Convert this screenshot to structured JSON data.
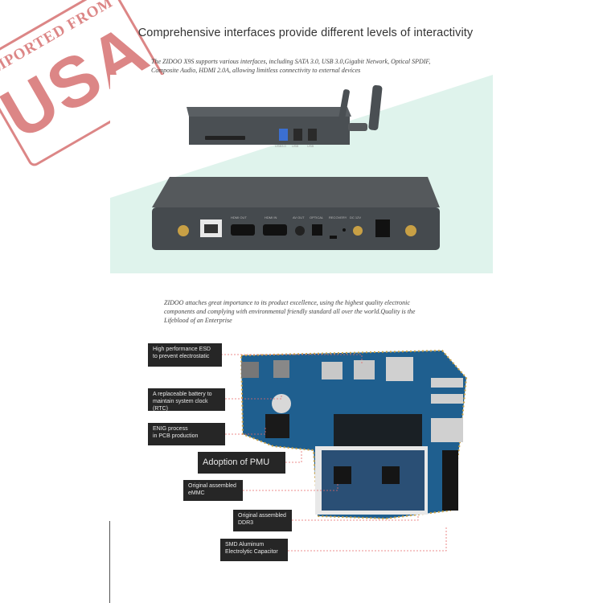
{
  "heading": "Comprehensive interfaces provide different levels of interactivity",
  "intro_text": "The ZIDOO X9S supports various interfaces, including SATA 3.0, USB 3.0,Gigabit Network, Optical SPDIF, Composite Audio, HDMI 2.0A, allowing limitless connectivity to external devices",
  "quality_text": "ZIDOO attaches great importance to its product excellence, using the highest quality electronic components and complying with environmental friendly standard all over the world.Quality is the Lifeblood of an Enterprise",
  "stamp": {
    "top_text": "IMPORTED FROM",
    "main_text": "USA",
    "color": "#d97a7a"
  },
  "device_front": {
    "port_labels": [
      "USB3.0",
      "USB",
      "USB"
    ]
  },
  "device_back": {
    "port_labels": [
      "HDMI OUT",
      "HDMI IN",
      "AV OUT",
      "OPTICAL",
      "RECOVERY",
      "DC 12V"
    ]
  },
  "callouts": [
    {
      "line1": "High performance ESD",
      "line2": "to prevent electrostatic"
    },
    {
      "line1": "A replaceable battery to",
      "line2": "maintain system clock (RTC)"
    },
    {
      "line1": "ENIG process",
      "line2": "in PCB production"
    },
    {
      "line1": "Adoption of PMU",
      "line2": ""
    },
    {
      "line1": "Original assembled",
      "line2": "eMMC"
    },
    {
      "line1": "Original assembled",
      "line2": "DDR3"
    },
    {
      "line1": "SMD Aluminum",
      "line2": "Electrolytic Capacitor"
    }
  ],
  "colors": {
    "panel": "#dff3ec",
    "device": "#4a4f53",
    "pcb": "#1f5f8f",
    "callout_bg": "#262626",
    "leader": "#e66a6a"
  }
}
